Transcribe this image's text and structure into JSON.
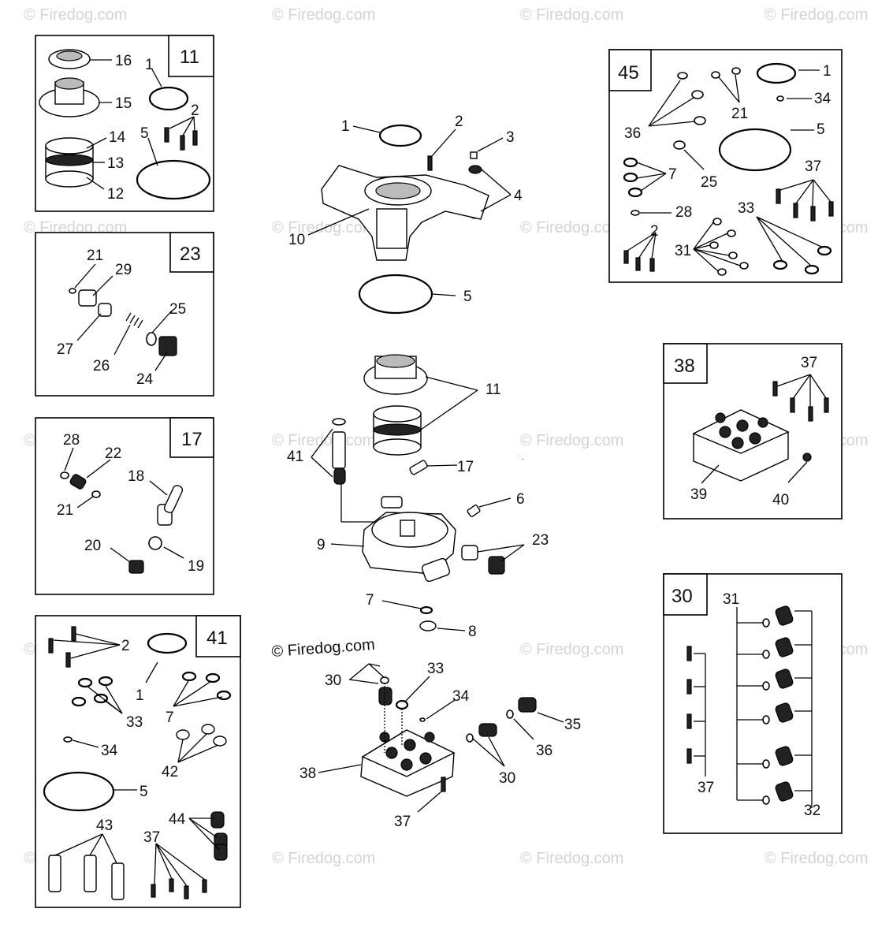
{
  "watermark": {
    "text": "© Firedog.com",
    "caption": "© Firedog.com"
  },
  "panels": [
    {
      "id": "11",
      "callouts": [
        "16",
        "15",
        "14",
        "13",
        "12",
        "1",
        "2",
        "5"
      ]
    },
    {
      "id": "23",
      "callouts": [
        "21",
        "29",
        "25",
        "27",
        "26",
        "24"
      ]
    },
    {
      "id": "17",
      "callouts": [
        "28",
        "22",
        "21",
        "18",
        "20",
        "19"
      ]
    },
    {
      "id": "41",
      "callouts": [
        "2",
        "1",
        "33",
        "7",
        "34",
        "42",
        "5",
        "43",
        "44",
        "37"
      ]
    },
    {
      "id": "45",
      "callouts": [
        "1",
        "21",
        "34",
        "36",
        "5",
        "7",
        "25",
        "37",
        "28",
        "33",
        "2",
        "31"
      ]
    },
    {
      "id": "38",
      "callouts": [
        "37",
        "39",
        "40"
      ]
    },
    {
      "id": "30",
      "callouts": [
        "31",
        "37",
        "32"
      ]
    }
  ],
  "main_callouts": [
    "1",
    "2",
    "3",
    "4",
    "10",
    "5",
    "11",
    "41",
    "17",
    "6",
    "9",
    "23",
    "7",
    "8",
    "30",
    "33",
    "34",
    "35",
    "36",
    "38",
    "37"
  ]
}
